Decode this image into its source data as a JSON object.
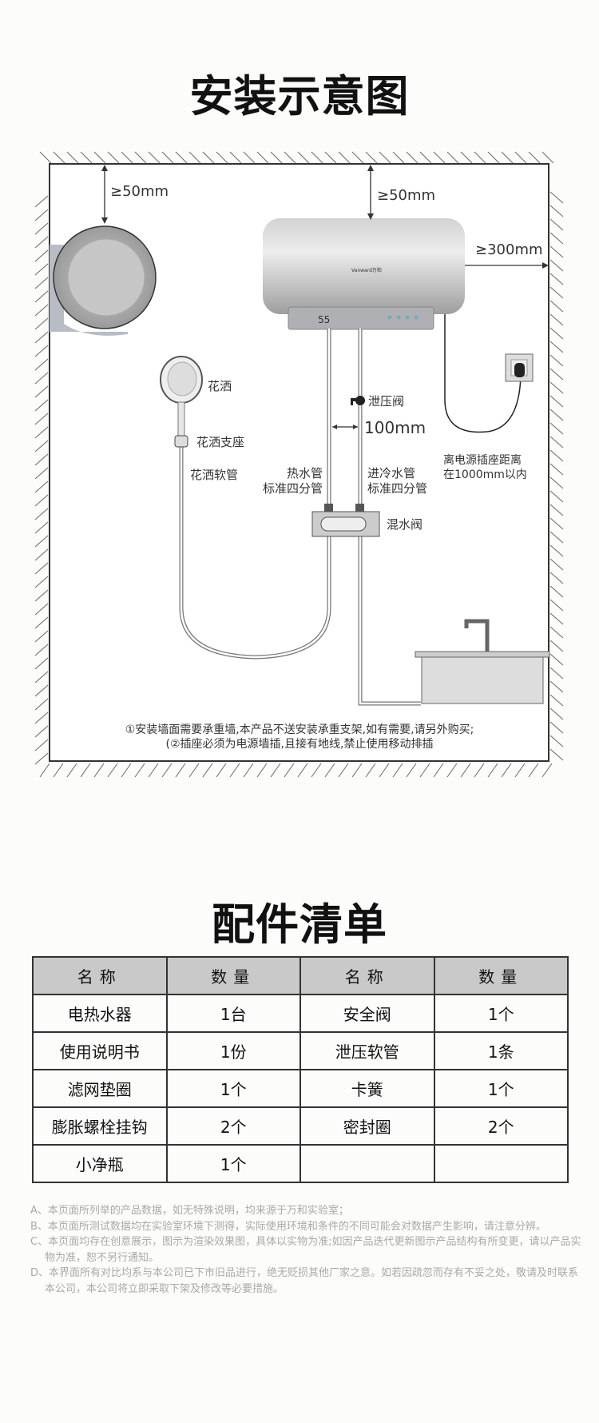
{
  "install_title": "安装示意图",
  "diagram": {
    "top_clearance_left": "≥50mm",
    "top_clearance_right": "≥50mm",
    "side_clearance": "≥300mm",
    "pipe_spacing": "100mm",
    "labels": {
      "shower_head": "花洒",
      "shower_holder": "花洒支座",
      "shower_hose": "花洒软管",
      "relief_valve": "泄压阀",
      "hot_pipe_1": "热水管",
      "hot_pipe_2": "标准四分管",
      "cold_pipe_1": "进冷水管",
      "cold_pipe_2": "标准四分管",
      "mixing_valve": "混水阀",
      "socket_1": "离电源插座距离",
      "socket_2": "在1000mm以内"
    },
    "display_value": "55",
    "brand": "Vanward万和",
    "notes": [
      "①安装墙面需要承重墙,本产品不送安装承重支架,如有需要,请另外购买;",
      "(②插座必须为电源墙插,且接有地线,禁止使用移动排插"
    ]
  },
  "accessories_title": "配件清单",
  "table": {
    "headers": [
      "名称",
      "数量",
      "名称",
      "数量"
    ],
    "rows": [
      [
        "电热水器",
        "1台",
        "安全阀",
        "1个"
      ],
      [
        "使用说明书",
        "1份",
        "泄压软管",
        "1条"
      ],
      [
        "滤网垫圈",
        "1个",
        "卡簧",
        "1个"
      ],
      [
        "膨胀螺栓挂钩",
        "2个",
        "密封圈",
        "2个"
      ],
      [
        "小净瓶",
        "1个",
        "",
        ""
      ]
    ]
  },
  "disclaimers": [
    "A、本页面所列举的产品数据，如无特殊说明，均来源于万和实验室；",
    "B、本页面所测试数据均在实验室环境下测得，实际使用环境和条件的不同可能会对数据产生影响，请注意分辨。",
    "C、本页面均存在创意展示，图示为渲染效果图，具体以实物为准;如因产品迭代更新图示产品结构有所变更，请以产品实物为准，恕不另行通知。",
    "D、本界面所有对比均系与本公司已下市旧品进行，绝无贬损其他厂家之意。如若因疏忽而存有不妥之处，敬请及时联系本公司，本公司将立即采取下架及修改等必要措施。"
  ]
}
